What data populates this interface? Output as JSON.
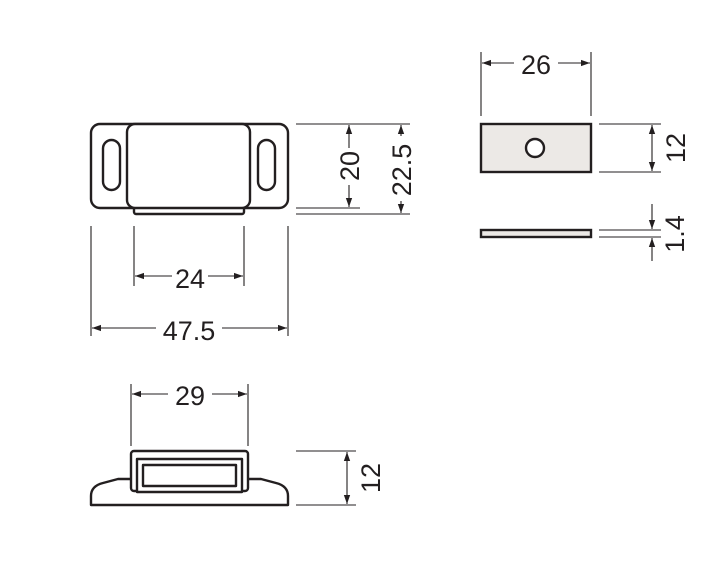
{
  "colors": {
    "line": "#231f20",
    "fill": "#ffffff",
    "shade": "#ece9e6"
  },
  "dimensions": {
    "plate_width": "26",
    "plate_height": "12",
    "plate_thickness": "1.4",
    "body_width": "24",
    "body_overall_width": "47.5",
    "body_height_inner": "20",
    "body_height_outer": "22.5",
    "side_width": "29",
    "side_height": "12"
  }
}
